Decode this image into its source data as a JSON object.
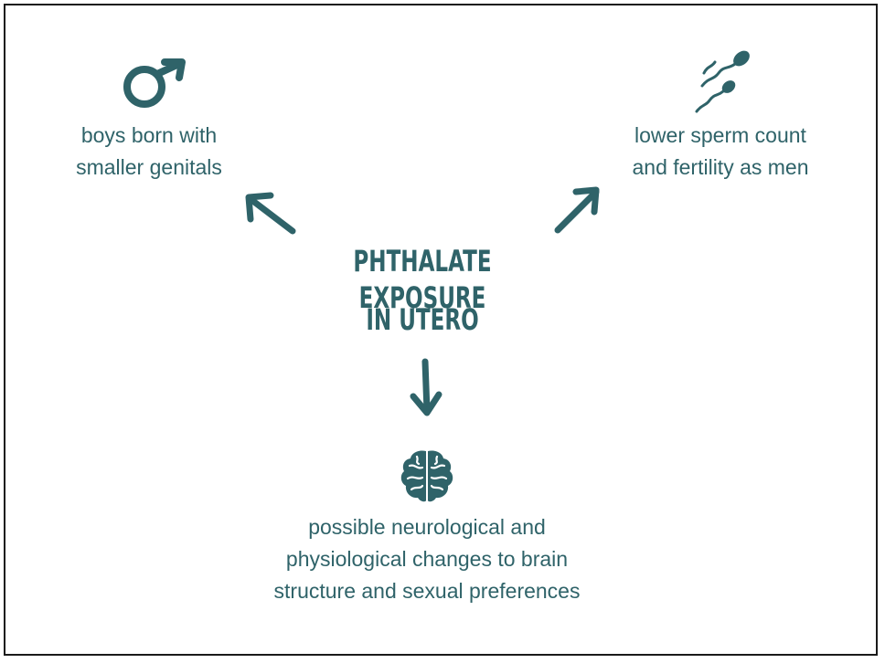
{
  "center": {
    "line1": "PHTHALATE EXPOSURE",
    "line2": "IN UTERO"
  },
  "outcomes": {
    "left": {
      "icon": "male-symbol-icon",
      "line1": "boys born with",
      "line2": "smaller genitals"
    },
    "right": {
      "icon": "sperm-icon",
      "line1": "lower sperm count",
      "line2": "and fertility as men"
    },
    "bottom": {
      "icon": "brain-icon",
      "line1": "possible neurological and",
      "line2": "physiological changes to brain",
      "line3": "structure and sexual preferences"
    }
  },
  "colors": {
    "accent": "#2f6369",
    "border": "#1a1a1a",
    "background": "#ffffff"
  }
}
